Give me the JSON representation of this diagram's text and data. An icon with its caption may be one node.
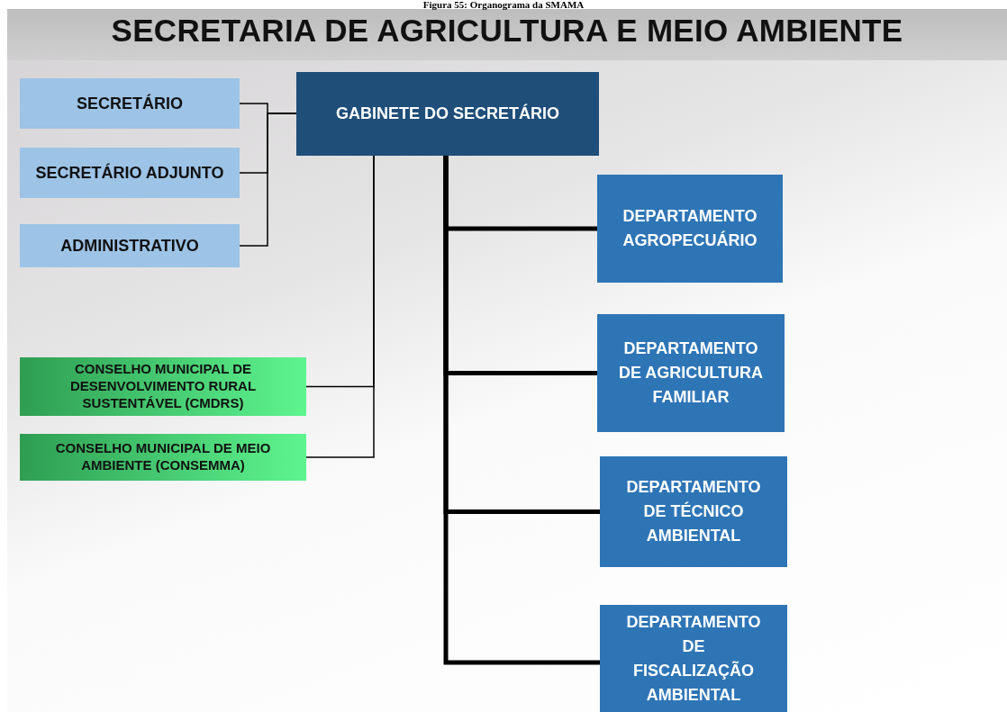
{
  "diagram": {
    "title": "SECRETARIA DE AGRICULTURA E MEIO AMBIENTE",
    "caption": "Figura 55: Organograma da SMAMA",
    "nodes": [
      {
        "text": [
          "GABINETE DO SECRETÁRIO"
        ]
      },
      {
        "text": [
          "SECRETÁRIO"
        ]
      },
      {
        "text": [
          "SECRETÁRIO ADJUNTO"
        ]
      },
      {
        "text": [
          "ADMINISTRATIVO"
        ]
      },
      {
        "text": [
          "CONSELHO MUNICIPAL DE DESENVOLVIMENTO RURAL SUSTENTÁVEL (CMDRS)"
        ]
      },
      {
        "text": [
          "CONSELHO MUNICIPAL DE MEIO AMBIENTE (CONSEMMA)"
        ]
      },
      {
        "text": [
          "DEPARTAMENTO AGROPECUÁRIO"
        ]
      },
      {
        "text": [
          "DEPARTAMENTO DE AGRICULTURA FAMILIAR"
        ]
      },
      {
        "text": [
          "DEPARTAMENTO DE TÉCNICO AMBIENTAL"
        ]
      },
      {
        "text": [
          "DEPARTAMENTO DE FISCALIZAÇÃO AMBIENTAL"
        ]
      }
    ],
    "edges": [
      {
        "from": 0,
        "to": 1,
        "arrow": "none"
      },
      {
        "from": 0,
        "to": 2,
        "arrow": "none"
      },
      {
        "from": 0,
        "to": 3,
        "arrow": "none"
      },
      {
        "from": 0,
        "to": 4,
        "arrow": "none"
      },
      {
        "from": 0,
        "to": 5,
        "arrow": "none"
      },
      {
        "from": 0,
        "to": 6,
        "arrow": "none",
        "style": "thick"
      },
      {
        "from": 0,
        "to": 7,
        "arrow": "none",
        "style": "thick"
      },
      {
        "from": 0,
        "to": 8,
        "arrow": "none",
        "style": "thick"
      },
      {
        "from": 0,
        "to": 9,
        "arrow": "none",
        "style": "thick"
      }
    ]
  }
}
